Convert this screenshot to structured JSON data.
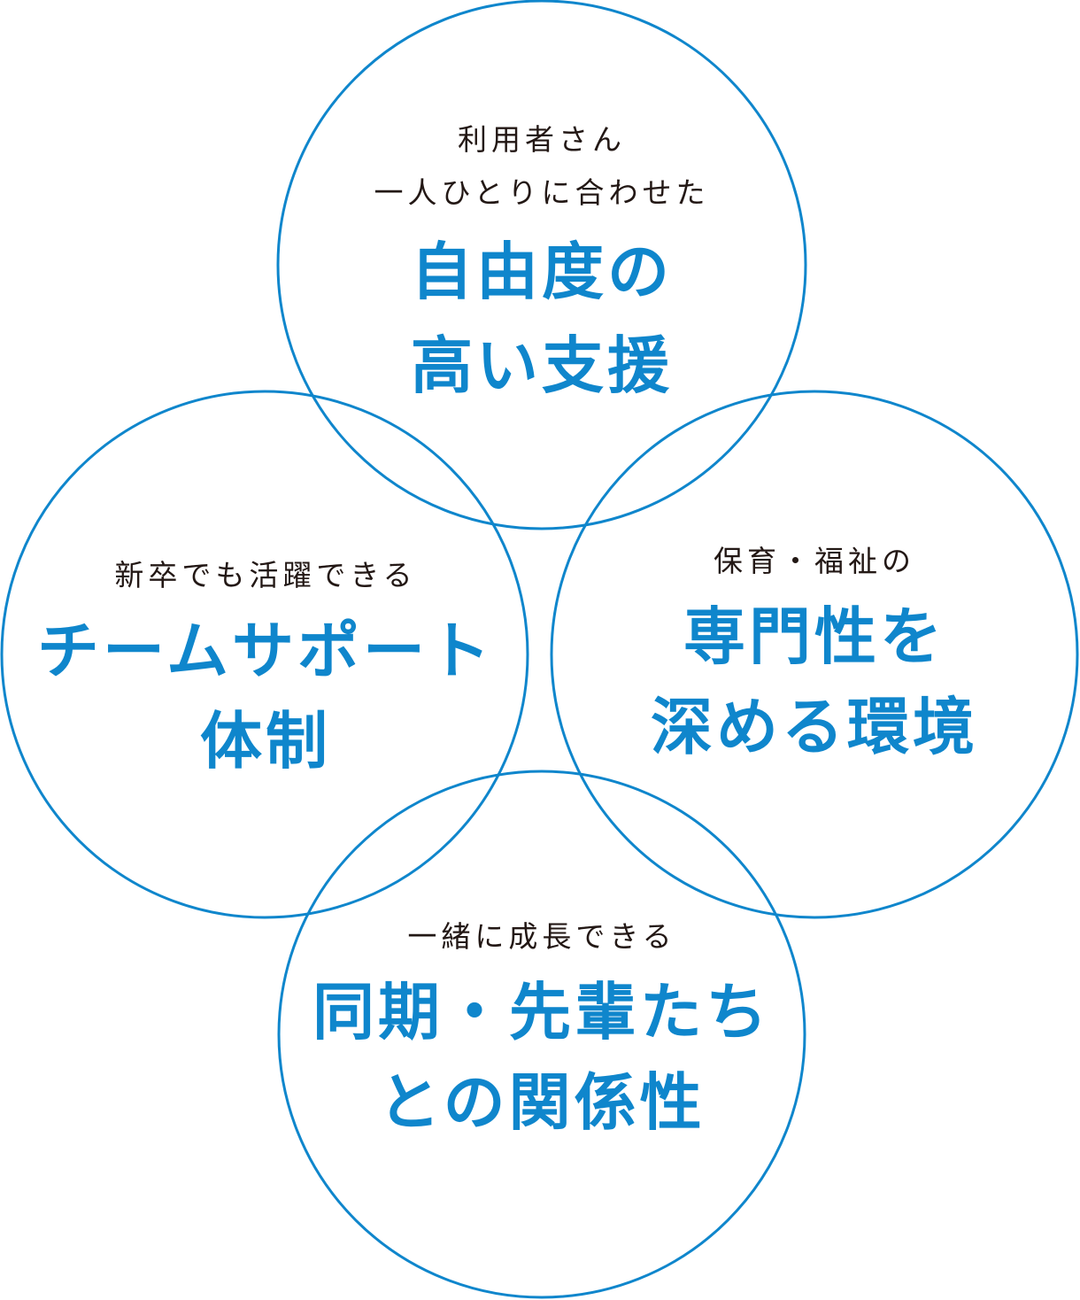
{
  "colors": {
    "circle": "#0f86cc",
    "small_text": "#231815",
    "big_text": "#0f86cc"
  },
  "circles": [
    {
      "id": "top",
      "small": [
        "利用者さん",
        "一人ひとりに合わせた"
      ],
      "big": [
        "自由度の",
        "高い支援"
      ]
    },
    {
      "id": "left",
      "small": [
        "新卒でも活躍できる"
      ],
      "big": [
        "チームサポート",
        "体制"
      ]
    },
    {
      "id": "right",
      "small": [
        "保育・福祉の"
      ],
      "big": [
        "専門性を",
        "深める環境"
      ]
    },
    {
      "id": "bottom",
      "small": [
        "一緒に成長できる"
      ],
      "big": [
        "同期・先輩たち",
        "との関係性"
      ]
    }
  ]
}
